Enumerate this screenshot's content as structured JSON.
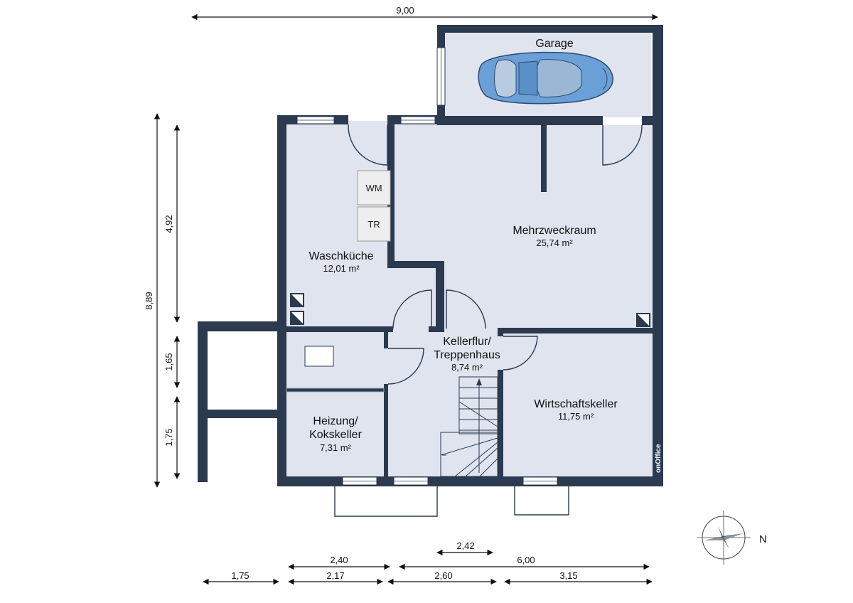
{
  "rooms": {
    "garage": {
      "name": "Garage"
    },
    "waschkueche": {
      "name": "Waschküche",
      "area": "12,01 m²"
    },
    "mehrzweckraum": {
      "name": "Mehrzweckraum",
      "area": "25,74 m²"
    },
    "kellerflur": {
      "name_line1": "Kellerflur/",
      "name_line2": "Treppenhaus",
      "area": "8,74 m²"
    },
    "wirtschaftskeller": {
      "name": "Wirtschaftskeller",
      "area": "11,75 m²"
    },
    "heizung": {
      "name_line1": "Heizung/",
      "name_line2": "Kokskeller",
      "area": "7,31 m²"
    }
  },
  "appliances": {
    "washer": "WM",
    "dryer": "TR"
  },
  "dimensions": {
    "top_total": "9,00",
    "left_total": "8,89",
    "left_upper": "4,92",
    "left_middle": "1,65",
    "left_lower": "1,75",
    "stair_width": "2,42",
    "bottom_a": "2,40",
    "bottom_b": "6,00",
    "bottom_c": "1,75",
    "bottom_d": "2,17",
    "bottom_e": "2,60",
    "bottom_f": "3,15"
  },
  "compass": {
    "label": "N"
  },
  "watermark": "onOffice",
  "colors": {
    "wall": "#2b3a4f",
    "floor": "#dfe4ef",
    "car": "#6a9fd8"
  }
}
